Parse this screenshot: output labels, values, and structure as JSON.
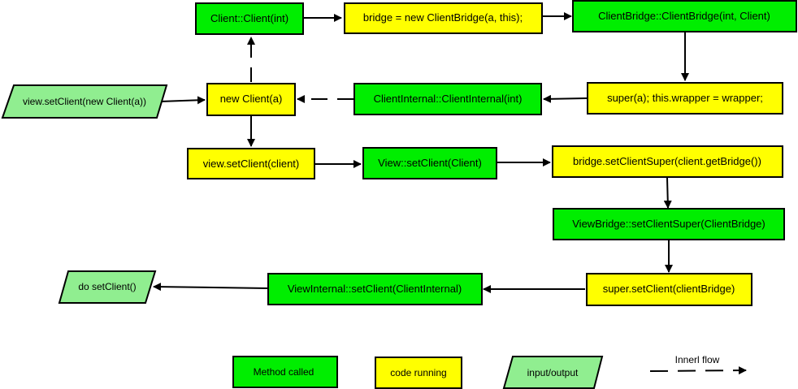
{
  "colors": {
    "method": "#00ee00",
    "code": "#ffff00",
    "io": "#90ee90",
    "stroke": "#000000"
  },
  "nodes": {
    "client_ctor": "Client::Client(int)",
    "bridge_new": "bridge = new ClientBridge(a, this);",
    "clientbridge_ctor": "ClientBridge::ClientBridge(int, Client)",
    "super_wrapper": "super(a); this.wrapper = wrapper;",
    "clientinternal_ctor": "ClientInternal::ClientInternal(int)",
    "new_client": "new Client(a)",
    "input_setclient": "view.setClient(new Client(a))",
    "view_setclient": "view.setClient(client)",
    "view_method": "View::setClient(Client)",
    "bridge_setsuper": "bridge.setClientSuper(client.getBridge())",
    "viewbridge_setsuper": "ViewBridge::setClientSuper(ClientBridge)",
    "super_setclient": "super.setClient(clientBridge)",
    "viewinternal_setclient": "ViewInternal::setClient(ClientInternal)",
    "do_setclient": "do setClient()"
  },
  "legend": {
    "method": "Method called",
    "code": "code running",
    "io": "input/output",
    "inner_flow": "Innerl flow"
  }
}
